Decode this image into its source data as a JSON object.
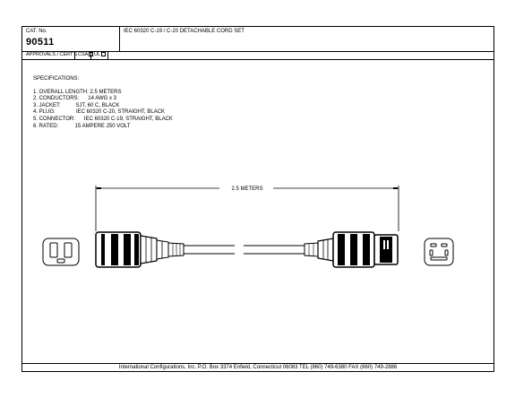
{
  "header": {
    "cat_label": "CAT. No.",
    "cat_number": "90511",
    "description": "IEC 60320 C-19 / C-20 DETACHABLE CORD SET"
  },
  "approvals": {
    "label": "APPROVALS / CERT'S",
    "certs": [
      "CSA",
      "UL"
    ]
  },
  "specs": {
    "title": "SPECIFICATIONS:",
    "items": [
      "1. OVERALL LENGTH: 2.5 METERS",
      "2. CONDUCTORS:      14 AWG x 3",
      "3. JACKET:          SJT, 60 C, BLACK",
      "4. PLUG:              IEC 60320 C-20, STRAIGHT, BLACK",
      "5. CONNECTOR:      IEC 60320 C-19, STRAIGHT, BLACK",
      "6. RATED:           15 AMPERE 250 VOLT"
    ]
  },
  "drawing": {
    "dimension_label": "2.5 METERS"
  },
  "footer": {
    "text": "International Configurations, Inc.  P.O. Box 3374  Enfield, Connecticut 06083 TEL (860) 749-6380  FAX (860) 749-2886"
  }
}
